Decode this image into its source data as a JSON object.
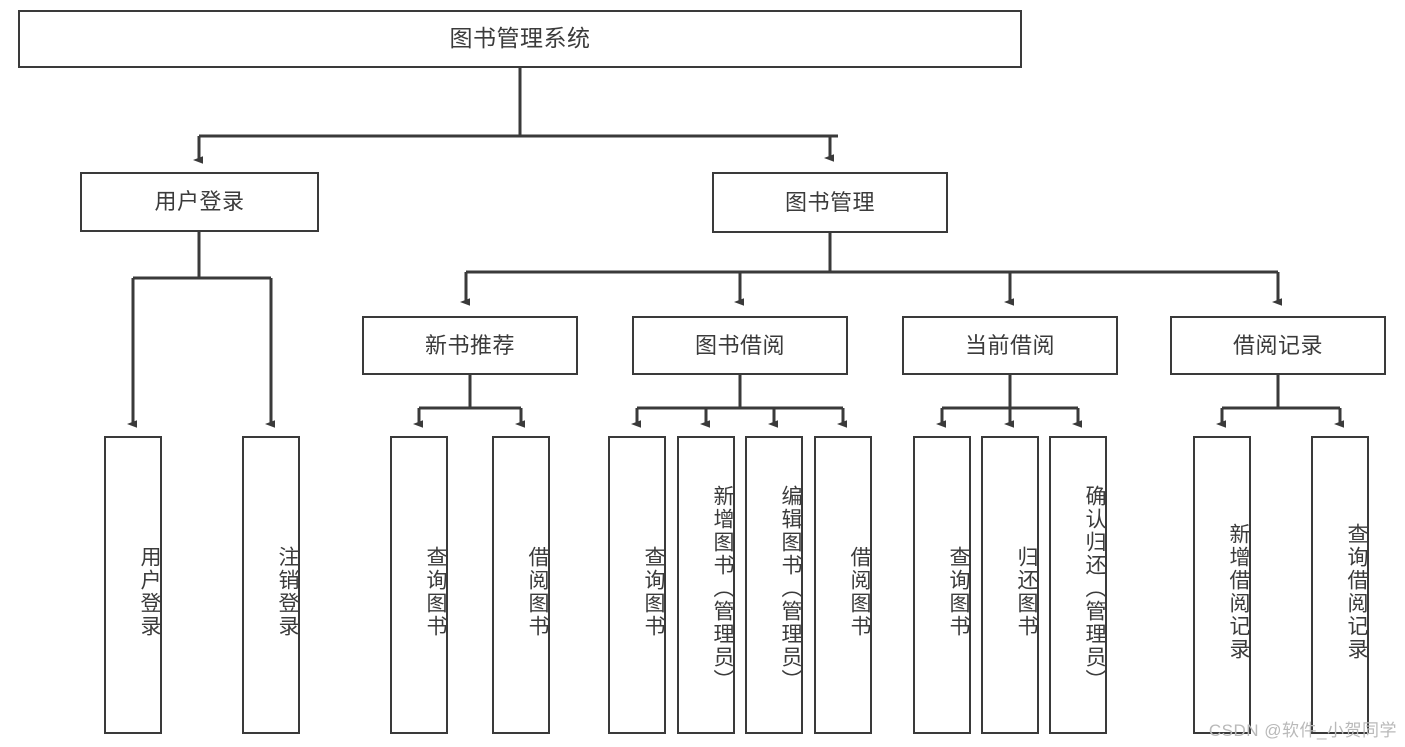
{
  "diagram": {
    "title": "图书管理系统",
    "type": "tree",
    "stroke_color": "#3a3a3a",
    "text_color": "#3b3b3b",
    "background_color": "#ffffff",
    "root": {
      "label": "图书管理系统"
    },
    "level2": [
      {
        "label": "用户登录"
      },
      {
        "label": "图书管理"
      }
    ],
    "level3": [
      {
        "label": "新书推荐"
      },
      {
        "label": "图书借阅"
      },
      {
        "label": "当前借阅"
      },
      {
        "label": "借阅记录"
      }
    ],
    "leaves": {
      "user_login": [
        {
          "label": "用户登录"
        },
        {
          "label": "注销登录"
        }
      ],
      "new_book_recommend": [
        {
          "label": "查询图书"
        },
        {
          "label": "借阅图书"
        }
      ],
      "book_borrow": [
        {
          "label": "查询图书"
        },
        {
          "label": "新增图书（管理员）"
        },
        {
          "label": "编辑图书（管理员）"
        },
        {
          "label": "借阅图书"
        }
      ],
      "current_borrow": [
        {
          "label": "查询图书"
        },
        {
          "label": "归还图书"
        },
        {
          "label": "确认归还（管理员）"
        }
      ],
      "borrow_record": [
        {
          "label": "新增借阅记录"
        },
        {
          "label": "查询借阅记录"
        }
      ]
    }
  },
  "watermark": {
    "text": "CSDN @软件_小贺同学"
  }
}
